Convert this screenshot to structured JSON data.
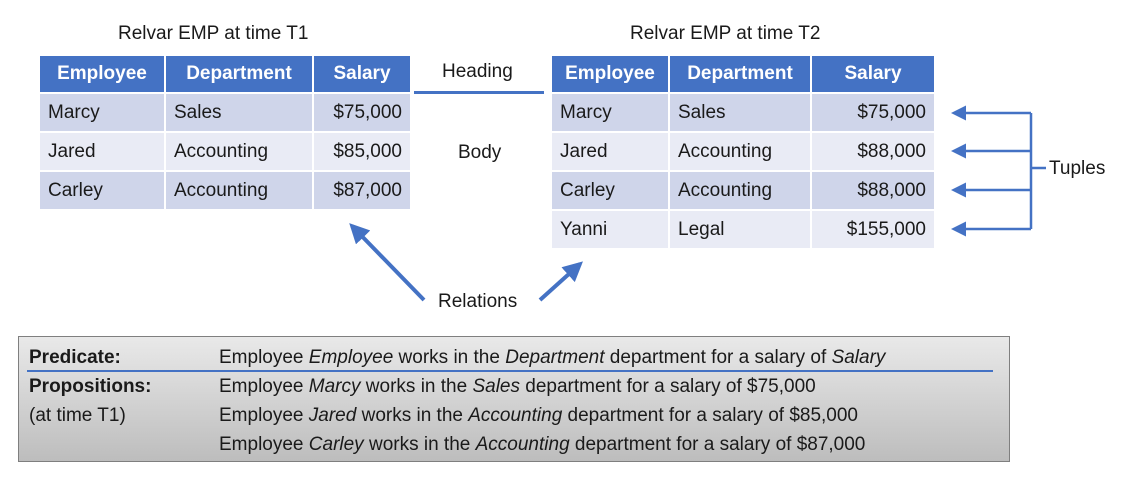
{
  "left_table": {
    "caption": "Relvar EMP at time T1",
    "headers": [
      "Employee",
      "Department",
      "Salary"
    ],
    "rows": [
      [
        "Marcy",
        "Sales",
        "$75,000"
      ],
      [
        "Jared",
        "Accounting",
        "$85,000"
      ],
      [
        "Carley",
        "Accounting",
        "$87,000"
      ]
    ]
  },
  "right_table": {
    "caption": "Relvar EMP at time T2",
    "headers": [
      "Employee",
      "Department",
      "Salary"
    ],
    "rows": [
      [
        "Marcy",
        "Sales",
        "$75,000"
      ],
      [
        "Jared",
        "Accounting",
        "$88,000"
      ],
      [
        "Carley",
        "Accounting",
        "$88,000"
      ],
      [
        "Yanni",
        "Legal",
        "$155,000"
      ]
    ]
  },
  "labels": {
    "heading": "Heading",
    "body": "Body",
    "relations": "Relations",
    "tuples": "Tuples"
  },
  "predicate_box": {
    "predicate_label": "Predicate:",
    "predicate_text": [
      {
        "text": "Employee ",
        "italic": false
      },
      {
        "text": "Employee",
        "italic": true
      },
      {
        "text": " works in the ",
        "italic": false
      },
      {
        "text": "Department",
        "italic": true
      },
      {
        "text": " department for a salary of ",
        "italic": false
      },
      {
        "text": "Salary",
        "italic": true
      }
    ],
    "propositions_label": "Propositions:",
    "time_label": "(at time T1)",
    "propositions": [
      [
        {
          "text": "Employee ",
          "italic": false
        },
        {
          "text": "Marcy",
          "italic": true
        },
        {
          "text": " works in the ",
          "italic": false
        },
        {
          "text": "Sales",
          "italic": true
        },
        {
          "text": " department for a salary of $75,000",
          "italic": false
        }
      ],
      [
        {
          "text": "Employee ",
          "italic": false
        },
        {
          "text": "Jared",
          "italic": true
        },
        {
          "text": " works in the ",
          "italic": false
        },
        {
          "text": "Accounting",
          "italic": true
        },
        {
          "text": " department for a salary of $85,000",
          "italic": false
        }
      ],
      [
        {
          "text": "Employee ",
          "italic": false
        },
        {
          "text": "Carley",
          "italic": true
        },
        {
          "text": " works in the ",
          "italic": false
        },
        {
          "text": "Accounting",
          "italic": true
        },
        {
          "text": " department for a salary of $87,000",
          "italic": false
        }
      ]
    ]
  },
  "colors": {
    "header_fill": "#4472c4",
    "row_odd": "#cfd5ea",
    "row_even": "#e9ebf5",
    "arrow": "#4472c4"
  }
}
